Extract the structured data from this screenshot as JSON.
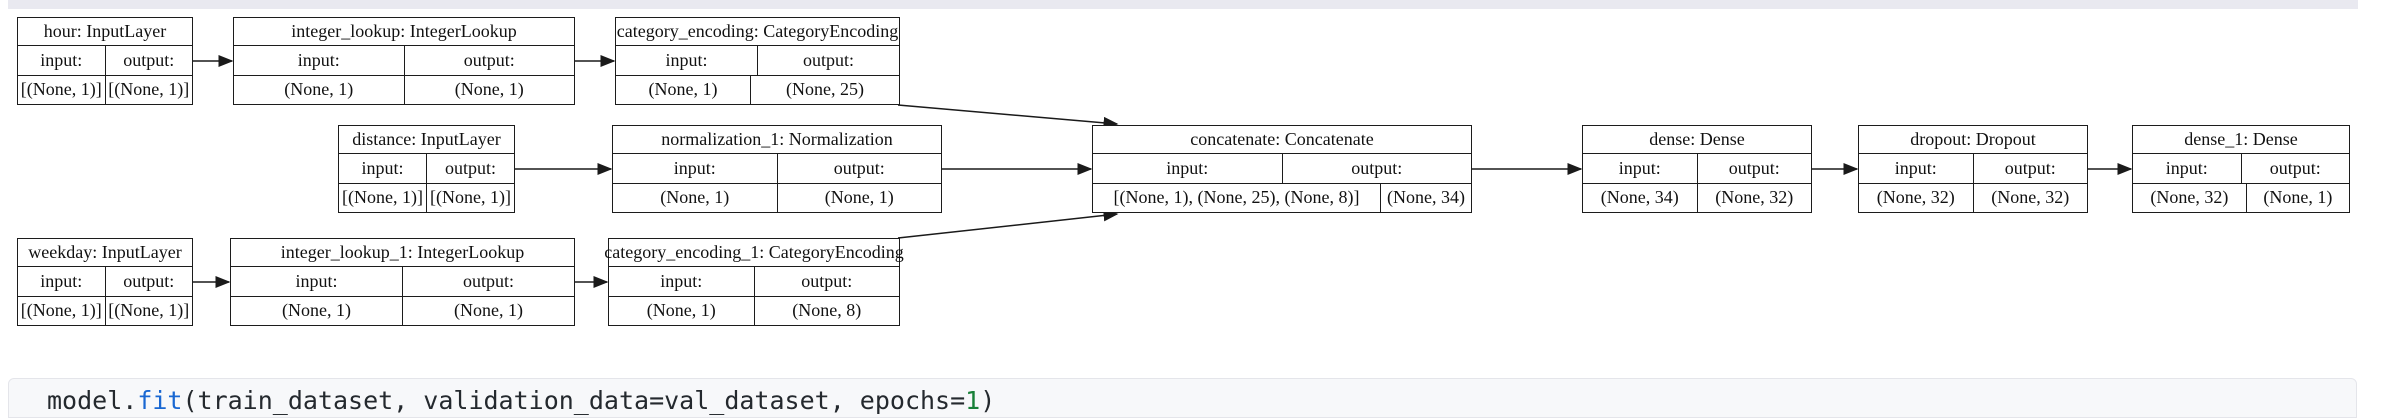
{
  "diagram": {
    "nodes": [
      {
        "id": "hour",
        "title": "hour: InputLayer",
        "input_label": "input:",
        "output_label": "output:",
        "input_shape": "[(None, 1)]",
        "output_shape": "[(None, 1)]"
      },
      {
        "id": "integer_lookup",
        "title": "integer_lookup: IntegerLookup",
        "input_label": "input:",
        "output_label": "output:",
        "input_shape": "(None, 1)",
        "output_shape": "(None, 1)"
      },
      {
        "id": "category_encoding",
        "title": "category_encoding: CategoryEncoding",
        "input_label": "input:",
        "output_label": "output:",
        "input_shape": "(None, 1)",
        "output_shape": "(None, 25)"
      },
      {
        "id": "distance",
        "title": "distance: InputLayer",
        "input_label": "input:",
        "output_label": "output:",
        "input_shape": "[(None, 1)]",
        "output_shape": "[(None, 1)]"
      },
      {
        "id": "normalization_1",
        "title": "normalization_1: Normalization",
        "input_label": "input:",
        "output_label": "output:",
        "input_shape": "(None, 1)",
        "output_shape": "(None, 1)"
      },
      {
        "id": "concatenate",
        "title": "concatenate: Concatenate",
        "input_label": "input:",
        "output_label": "output:",
        "input_shape": "[(None, 1), (None, 25), (None, 8)]",
        "output_shape": "(None, 34)"
      },
      {
        "id": "dense",
        "title": "dense: Dense",
        "input_label": "input:",
        "output_label": "output:",
        "input_shape": "(None, 34)",
        "output_shape": "(None, 32)"
      },
      {
        "id": "dropout",
        "title": "dropout: Dropout",
        "input_label": "input:",
        "output_label": "output:",
        "input_shape": "(None, 32)",
        "output_shape": "(None, 32)"
      },
      {
        "id": "dense_1",
        "title": "dense_1: Dense",
        "input_label": "input:",
        "output_label": "output:",
        "input_shape": "(None, 32)",
        "output_shape": "(None, 1)"
      },
      {
        "id": "weekday",
        "title": "weekday: InputLayer",
        "input_label": "input:",
        "output_label": "output:",
        "input_shape": "[(None, 1)]",
        "output_shape": "[(None, 1)]"
      },
      {
        "id": "integer_lookup_1",
        "title": "integer_lookup_1: IntegerLookup",
        "input_label": "input:",
        "output_label": "output:",
        "input_shape": "(None, 1)",
        "output_shape": "(None, 1)"
      },
      {
        "id": "category_encoding_1",
        "title": "category_encoding_1: CategoryEncoding",
        "input_label": "input:",
        "output_label": "output:",
        "input_shape": "(None, 1)",
        "output_shape": "(None, 8)"
      }
    ],
    "edges": [
      {
        "from": "hour",
        "to": "integer_lookup"
      },
      {
        "from": "integer_lookup",
        "to": "category_encoding"
      },
      {
        "from": "category_encoding",
        "to": "concatenate"
      },
      {
        "from": "distance",
        "to": "normalization_1"
      },
      {
        "from": "normalization_1",
        "to": "concatenate"
      },
      {
        "from": "weekday",
        "to": "integer_lookup_1"
      },
      {
        "from": "integer_lookup_1",
        "to": "category_encoding_1"
      },
      {
        "from": "category_encoding_1",
        "to": "concatenate"
      },
      {
        "from": "concatenate",
        "to": "dense"
      },
      {
        "from": "dense",
        "to": "dropout"
      },
      {
        "from": "dropout",
        "to": "dense_1"
      }
    ]
  },
  "code_cell": {
    "tokens": [
      {
        "text": "model.",
        "style": "plain"
      },
      {
        "text": "fit",
        "style": "func"
      },
      {
        "text": "(train_dataset, validation_data",
        "style": "plain"
      },
      {
        "text": "=",
        "style": "plain"
      },
      {
        "text": "val_dataset, epochs",
        "style": "plain"
      },
      {
        "text": "=",
        "style": "plain"
      },
      {
        "text": "1",
        "style": "number"
      },
      {
        "text": ")",
        "style": "plain"
      }
    ]
  },
  "colors": {
    "edge_stroke": "#1a1a1a",
    "node_border": "#1c1c1c",
    "code_plain": "#24292e",
    "function_name_blue": "#1967d2",
    "number_literal_green": "#188038",
    "code_cell_bg": "#f7f8fa",
    "top_strip": "#e9e9f0"
  }
}
